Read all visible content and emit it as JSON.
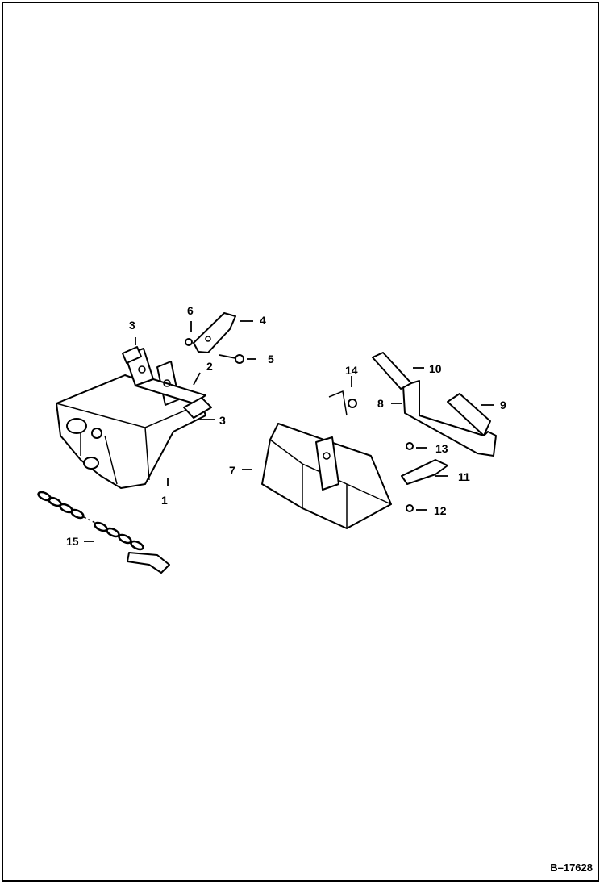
{
  "figure_id": "B–17628",
  "callouts": [
    {
      "id": "c1",
      "label": "1"
    },
    {
      "id": "c2",
      "label": "2"
    },
    {
      "id": "c3a",
      "label": "3"
    },
    {
      "id": "c3b",
      "label": "3"
    },
    {
      "id": "c4",
      "label": "4"
    },
    {
      "id": "c5",
      "label": "5"
    },
    {
      "id": "c6",
      "label": "6"
    },
    {
      "id": "c7",
      "label": "7"
    },
    {
      "id": "c8",
      "label": "8"
    },
    {
      "id": "c9",
      "label": "9"
    },
    {
      "id": "c10",
      "label": "10"
    },
    {
      "id": "c11",
      "label": "11"
    },
    {
      "id": "c12",
      "label": "12"
    },
    {
      "id": "c13",
      "label": "13"
    },
    {
      "id": "c14",
      "label": "14"
    },
    {
      "id": "c15",
      "label": "15"
    }
  ]
}
